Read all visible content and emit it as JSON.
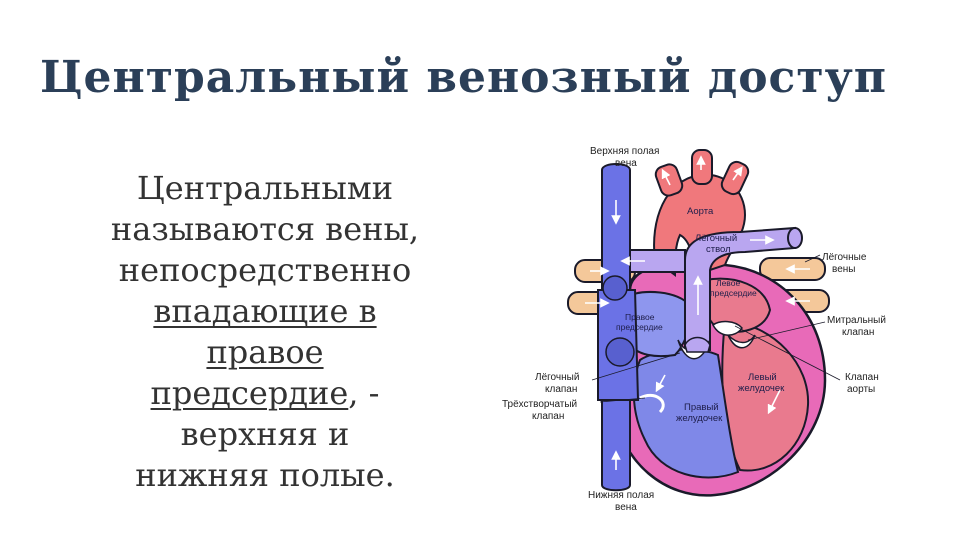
{
  "slide": {
    "title": "Центральный венозный доступ",
    "body_lines": [
      {
        "text": "Центральными"
      },
      {
        "text": "называются вены,"
      },
      {
        "text": "непосредственно"
      },
      {
        "text": "впадающие в"
      },
      {
        "text": "правое"
      },
      {
        "text": "предсердие"
      },
      {
        "text": ", -"
      },
      {
        "text": "верхняя и"
      },
      {
        "text": "нижняя полые."
      }
    ]
  },
  "diagram": {
    "labels": {
      "svc_1": "Верхняя полая",
      "svc_2": "вена",
      "aorta": "Аорта",
      "pulm_trunk_1": "Лёгочный",
      "pulm_trunk_2": "ствол",
      "pulm_veins_1": "Лёгочные",
      "pulm_veins_2": "вены",
      "left_atrium_1": "Левое",
      "left_atrium_2": "предсердие",
      "right_atrium_1": "Правое",
      "right_atrium_2": "предсердие",
      "mitral_1": "Митральный",
      "mitral_2": "клапан",
      "pulm_valve_1": "Лёгочный",
      "pulm_valve_2": "клапан",
      "tricuspid_1": "Трёхстворчатый",
      "tricuspid_2": "клапан",
      "left_ventricle_1": "Левый",
      "left_ventricle_2": "желудочек",
      "aortic_valve_1": "Клапан",
      "aortic_valve_2": "аорты",
      "right_ventricle_1": "Правый",
      "right_ventricle_2": "желудочек",
      "ivc_1": "Нижняя полая",
      "ivc_2": "вена"
    },
    "colors": {
      "vena_cava": "#6b72e6",
      "pulmonary": "#b9a6f0",
      "aorta": "#f0787c",
      "pulmonary_veins": "#f4c89a",
      "myocardium": "#e86ab8",
      "right_heart": "#7f88e8",
      "left_heart": "#e97a8e"
    }
  }
}
